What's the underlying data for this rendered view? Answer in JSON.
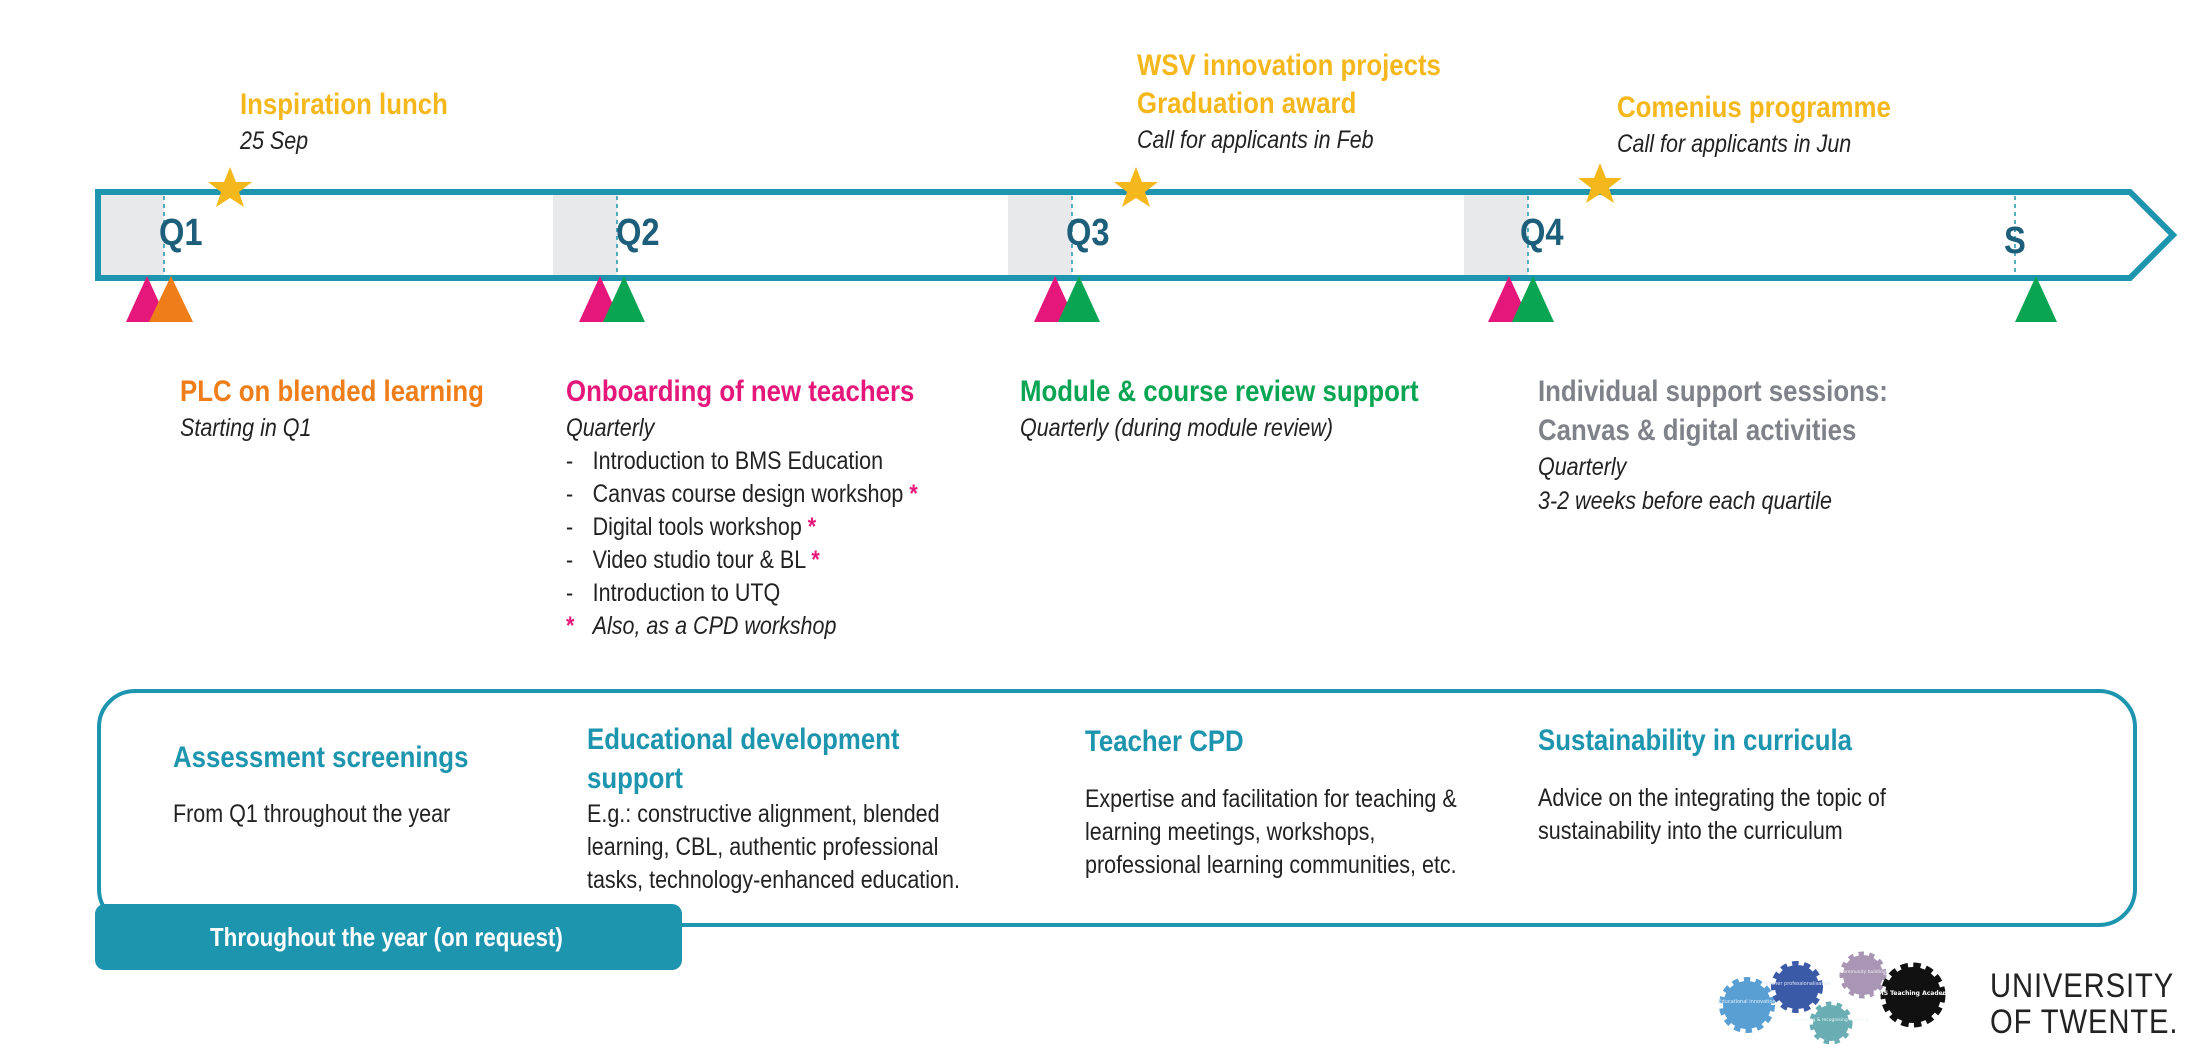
{
  "timeline": {
    "quarters": [
      "Q1",
      "Q2",
      "Q3",
      "Q4"
    ],
    "summer_label": "S"
  },
  "events": {
    "inspiration": {
      "title": "Inspiration lunch",
      "subtitle": "25 Sep"
    },
    "wsv": {
      "title_line1": "WSV innovation projects",
      "title_line2": "Graduation award",
      "subtitle": "Call for applicants in Feb"
    },
    "comenius": {
      "title": "Comenius programme",
      "subtitle": "Call for applicants in Jun"
    }
  },
  "sections": {
    "plc": {
      "title": "PLC on blended learning",
      "subtitle": "Starting in Q1"
    },
    "onboarding": {
      "title": "Onboarding of new teachers",
      "subtitle": "Quarterly",
      "items": [
        {
          "dash": "-",
          "text": "Introduction to BMS Education",
          "star": ""
        },
        {
          "dash": "-",
          "text": "Canvas course design workshop",
          "star": "*"
        },
        {
          "dash": "-",
          "text": "Digital tools workshop",
          "star": "*"
        },
        {
          "dash": "-",
          "text": "Video studio tour & BL",
          "star": "*"
        },
        {
          "dash": "-",
          "text": "Introduction to UTQ",
          "star": ""
        }
      ],
      "note_marker": "*",
      "note": "Also, as a CPD workshop"
    },
    "module_review": {
      "title": "Module & course review support",
      "subtitle": "Quarterly (during module review)"
    },
    "individual": {
      "title_line1": "Individual support sessions:",
      "title_line2": "Canvas & digital activities",
      "line1": "Quarterly",
      "line2": "3-2 weeks before each quartile"
    }
  },
  "year_round": {
    "label": "Throughout the year (on request)",
    "assessment": {
      "title": "Assessment screenings",
      "text": "From Q1 throughout the year"
    },
    "edu_dev": {
      "title_line1": "Educational development",
      "title_line2": "support",
      "lines": [
        "E.g.: constructive alignment, blended",
        "learning, CBL, authentic professional",
        "tasks, technology-enhanced education."
      ]
    },
    "cpd": {
      "title": "Teacher CPD",
      "lines": [
        "Expertise and facilitation for teaching &",
        "learning meetings, workshops,",
        "professional learning communities, etc."
      ]
    },
    "sustainability": {
      "title": "Sustainability in curricula",
      "lines": [
        "Advice on the integrating the topic of",
        "sustainability into the curriculum"
      ]
    }
  },
  "footer": {
    "gears": [
      "Educational innovation",
      "Teacher professionalisation",
      "Assessing & recognising teaching",
      "Community building",
      "BMS Teaching Academy"
    ],
    "logo_line1": "UNIVERSITY",
    "logo_line2": "OF TWENTE."
  },
  "colors": {
    "teal": "#1e95ae",
    "dark_teal": "#1d5f7a",
    "yellow": "#f5b81c",
    "pink": "#e6177a",
    "orange": "#ef7d1a",
    "green": "#0aa552",
    "grey_title": "#7f8389"
  }
}
